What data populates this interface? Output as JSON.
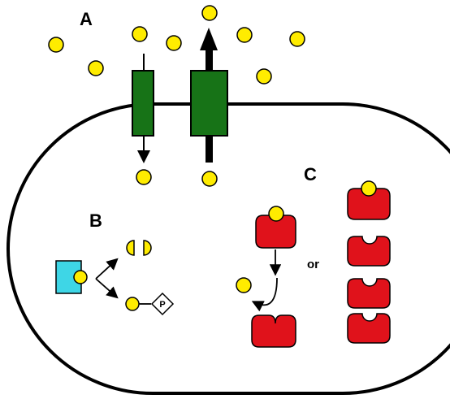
{
  "labels": {
    "a": "A",
    "b": "B",
    "c": "C",
    "or": "or",
    "phosphate": "P"
  },
  "colors": {
    "molecule": "#ffec00",
    "transporter": "#177317",
    "enzyme": "#e0121b",
    "receptor": "#3ed6e6",
    "membrane": "#000000"
  }
}
